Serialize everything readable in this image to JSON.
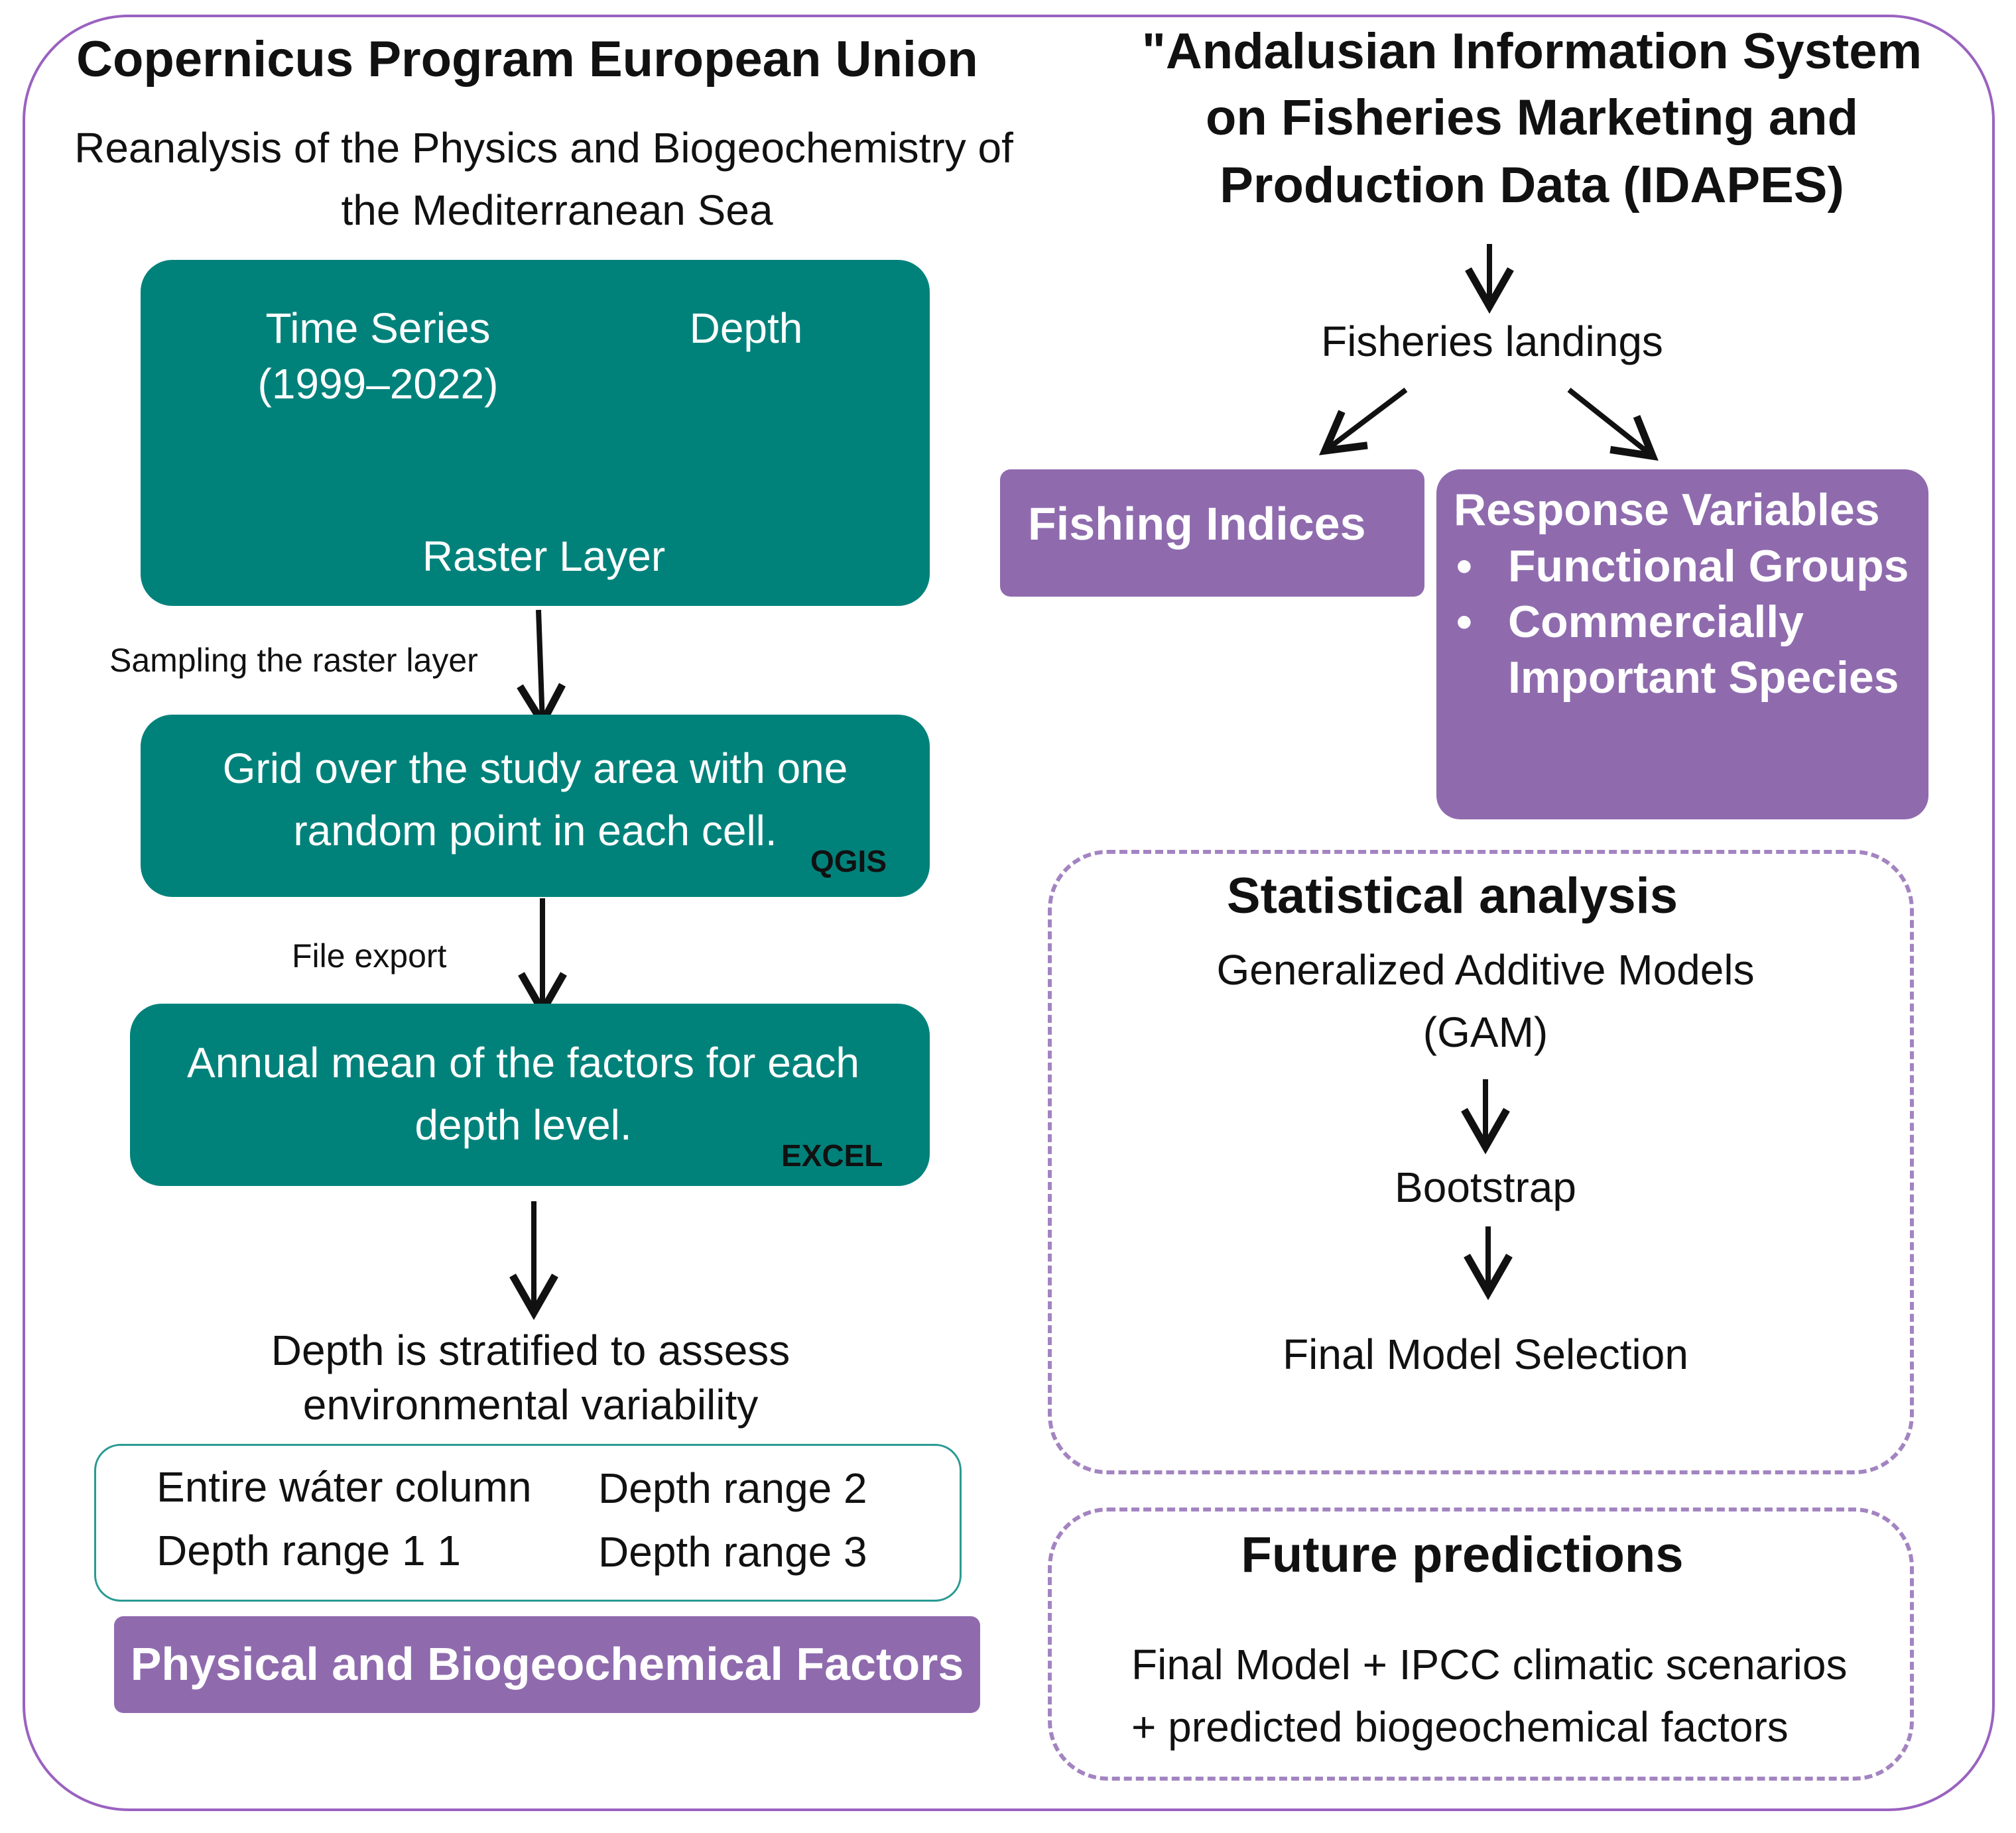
{
  "left": {
    "title": "Copernicus Program European Union",
    "subtitle_line1": "Reanalysis of the Physics  and Biogeochemistry of",
    "subtitle_line2": "the Mediterranean Sea",
    "box1": {
      "time_series_line1": "Time Series",
      "time_series_line2": "(1999–2022)",
      "depth": "Depth",
      "raster": "Raster Layer"
    },
    "label_sampling": "Sampling the raster layer",
    "box2": {
      "line1": "Grid over the study area with one",
      "line2": "random point in each cell.",
      "tag": "QGIS"
    },
    "label_export": "File export",
    "box3": {
      "line1": "Annual mean of the factors for each",
      "line2": "depth level.",
      "tag": "EXCEL"
    },
    "stratified_line1": "Depth is stratified to assess",
    "stratified_line2": "environmental variability",
    "ranges": {
      "entire": "Entire wáter column",
      "range1": "Depth range 1 1",
      "range2": "Depth range 2",
      "range3": "Depth range 3"
    },
    "factors_label": "Physical and Biogeochemical Factors"
  },
  "right": {
    "title_line1": "\"Andalusian Information System",
    "title_line2": "on Fisheries Marketing and",
    "title_line3": "Production Data (IDAPES)",
    "landings": "Fisheries landings",
    "fishing_indices": "Fishing Indices",
    "response": {
      "title": "Response Variables",
      "item1": "Functional Groups",
      "item2_line1": "Commercially",
      "item2_line2": "Important Species"
    },
    "stats": {
      "title": "Statistical analysis",
      "gam_line1": "Generalized Additive Models",
      "gam_line2": "(GAM)",
      "bootstrap": "Bootstrap",
      "final": "Final Model Selection"
    },
    "future": {
      "title": "Future predictions",
      "line1": "Final Model + IPCC climatic scenarios",
      "line2": "+ predicted biogeochemical factors"
    }
  },
  "colors": {
    "teal": "#00827b",
    "purple": "#8f6bae",
    "frame": "#9a62c0",
    "dashed": "#a384c1"
  }
}
